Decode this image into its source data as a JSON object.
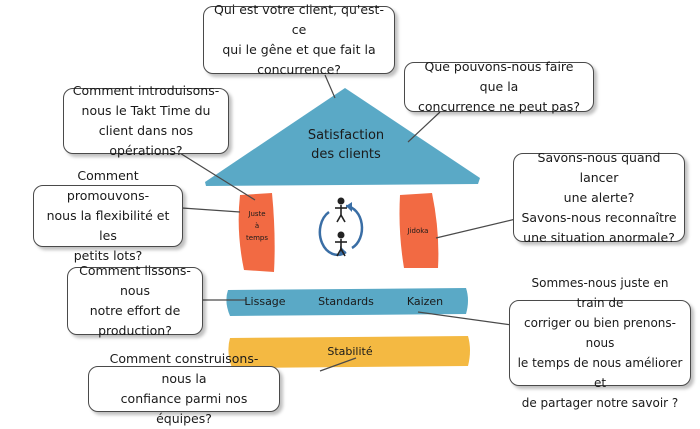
{
  "house": {
    "roof_label": "Satisfaction\ndes clients",
    "left_pillar_label": "Juste\nà\ntemps",
    "right_pillar_label": "Jidoka",
    "beam_labels": [
      "Lissage",
      "Standards",
      "Kaizen"
    ],
    "foundation_label": "Stabilité"
  },
  "questions": {
    "client": "Qui est votre client, qu'est-ce\nqui le gêne et que fait la\nconcurrence?",
    "competition": "Que pouvons-nous faire que la\nconcurrence ne peut pas?",
    "takt": "Comment introduisons-\nnous le Takt Time du\nclient dans nos opérations?",
    "flex": "Comment promouvons-\nnous la flexibilité et les\npetits lots?",
    "alert": "Savons-nous quand lancer\nune alerte?\nSavons-nous reconnaître\nune situation anormale?",
    "smoothing": "Comment lissons-nous\nnotre effort de\nproduction?",
    "improve": "Sommes-nous juste en train de\ncorriger ou bien prenons-nous\nle temps de nous améliorer et\nde partager notre savoir ?",
    "trust": "Comment construisons-nous la\nconfiance parmi nos équipes?"
  },
  "colors": {
    "roof": "#5aa9c6",
    "beam": "#5aa9c6",
    "pillar": "#f26a43",
    "foundation": "#f4b942",
    "cycle": "#3a6ea5",
    "outline": "#4a4a4a"
  },
  "icons": {
    "center": "people-cycle-icon"
  }
}
